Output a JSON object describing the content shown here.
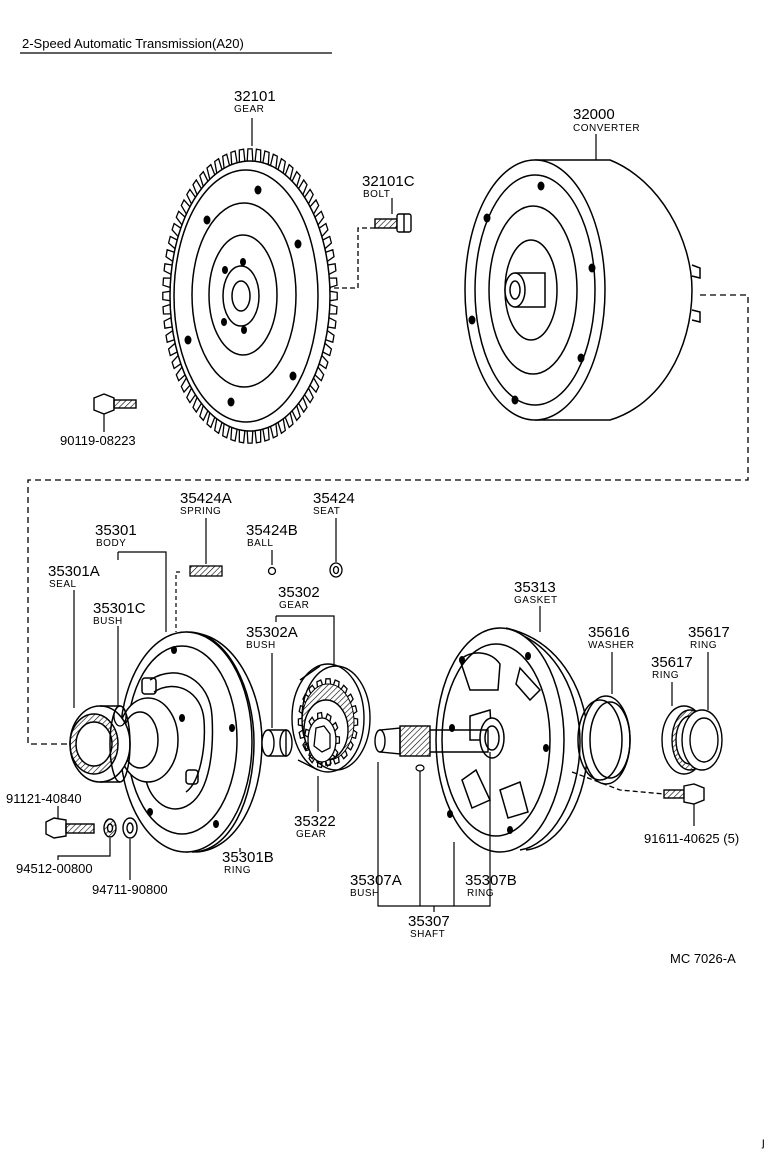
{
  "title": "2-Speed Automatic Transmission(A20)",
  "diagram_code": "MC 7026-A",
  "callouts": [
    {
      "id": "c-32101",
      "number": "32101",
      "name": "GEAR"
    },
    {
      "id": "c-32000",
      "number": "32000",
      "name": "CONVERTER"
    },
    {
      "id": "c-32101C",
      "number": "32101C",
      "name": "BOLT"
    },
    {
      "id": "c-90119",
      "number": "90119-08223",
      "name": ""
    },
    {
      "id": "c-35424A",
      "number": "35424A",
      "name": "SPRING"
    },
    {
      "id": "c-35424",
      "number": "35424",
      "name": "SEAT"
    },
    {
      "id": "c-35301",
      "number": "35301",
      "name": "BODY"
    },
    {
      "id": "c-35424B",
      "number": "35424B",
      "name": "BALL"
    },
    {
      "id": "c-35301A",
      "number": "35301A",
      "name": "SEAL"
    },
    {
      "id": "c-35302",
      "number": "35302",
      "name": "GEAR"
    },
    {
      "id": "c-35313",
      "number": "35313",
      "name": "GASKET"
    },
    {
      "id": "c-35301C",
      "number": "35301C",
      "name": "BUSH"
    },
    {
      "id": "c-35302A",
      "number": "35302A",
      "name": "BUSH"
    },
    {
      "id": "c-35616",
      "number": "35616",
      "name": "WASHER"
    },
    {
      "id": "c-35617a",
      "number": "35617",
      "name": "RING"
    },
    {
      "id": "c-35617b",
      "number": "35617",
      "name": "RING"
    },
    {
      "id": "c-91121",
      "number": "91121-40840",
      "name": ""
    },
    {
      "id": "c-35322",
      "number": "35322",
      "name": "GEAR"
    },
    {
      "id": "c-91611",
      "number": "91611-40625 (5)",
      "name": ""
    },
    {
      "id": "c-94512",
      "number": "94512-00800",
      "name": ""
    },
    {
      "id": "c-35301B",
      "number": "35301B",
      "name": "RING"
    },
    {
      "id": "c-94711",
      "number": "94711-90800",
      "name": ""
    },
    {
      "id": "c-35307A",
      "number": "35307A",
      "name": "BUSH"
    },
    {
      "id": "c-35307B",
      "number": "35307B",
      "name": "RING"
    },
    {
      "id": "c-35307",
      "number": "35307",
      "name": "SHAFT"
    }
  ]
}
